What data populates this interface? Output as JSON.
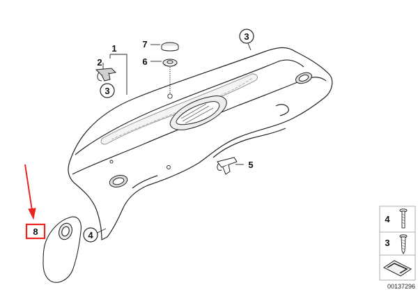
{
  "diagram": {
    "callouts": {
      "c1": "1",
      "c2": "2",
      "c3_small": "3",
      "c3_top": "3",
      "c4": "4",
      "c5": "5",
      "c6": "6",
      "c7": "7",
      "c8": "8",
      "legend_4": "4",
      "legend_3": "3"
    },
    "catalog_number": "00137296",
    "colors": {
      "line": "#222222",
      "highlight_box": "#e8261f",
      "arrow": "#e8261f",
      "part_fill": "#ffffff",
      "shade": "#d8d8d8"
    }
  }
}
